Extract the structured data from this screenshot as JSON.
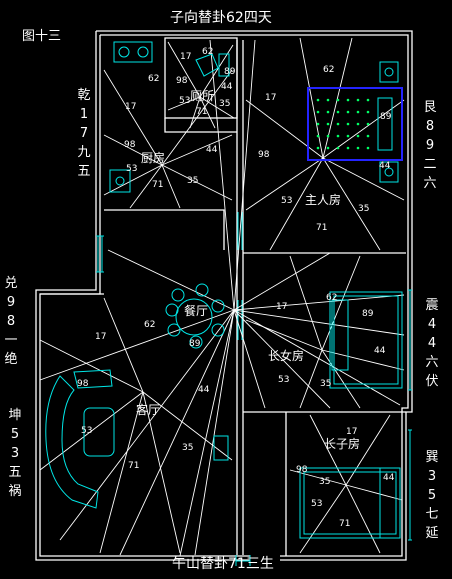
{
  "figure_label": "图十三",
  "top_label": "子向替卦62四天",
  "bottom_label": "午山替卦71三生",
  "sides": {
    "qian": "乾17九五",
    "gen": "艮89二六",
    "dui": "兑98一绝",
    "kun": "坤53五祸",
    "zhen": "震44六伏",
    "xun": "巽35七延"
  },
  "rooms": {
    "toilet": "厕所",
    "kitchen": "厨房",
    "master_bedroom": "主人房",
    "dining": "餐厅",
    "eldest_daughter": "长女房",
    "living": "客厅",
    "eldest_son": "长子房"
  },
  "sector_numbers": {
    "kitchen": [
      "62",
      "17",
      "98",
      "53",
      "71",
      "35",
      "44"
    ],
    "toilet": [
      "62",
      "17",
      "98",
      "53",
      "71",
      "35",
      "44",
      "89"
    ],
    "master": [
      "62",
      "17",
      "98",
      "53",
      "71",
      "35",
      "89",
      "44"
    ],
    "dining": [
      "62",
      "17",
      "98",
      "53",
      "89",
      "44",
      "35",
      "71"
    ],
    "daughter": [
      "62",
      "17",
      "89",
      "44",
      "35",
      "53"
    ],
    "son": [
      "17",
      "98",
      "35",
      "53",
      "44",
      "71"
    ]
  },
  "colors": {
    "wall": "#ffffff",
    "fixture": "#00e5e5",
    "bed": "#2424ff",
    "bed_dots": "#00ff66"
  }
}
